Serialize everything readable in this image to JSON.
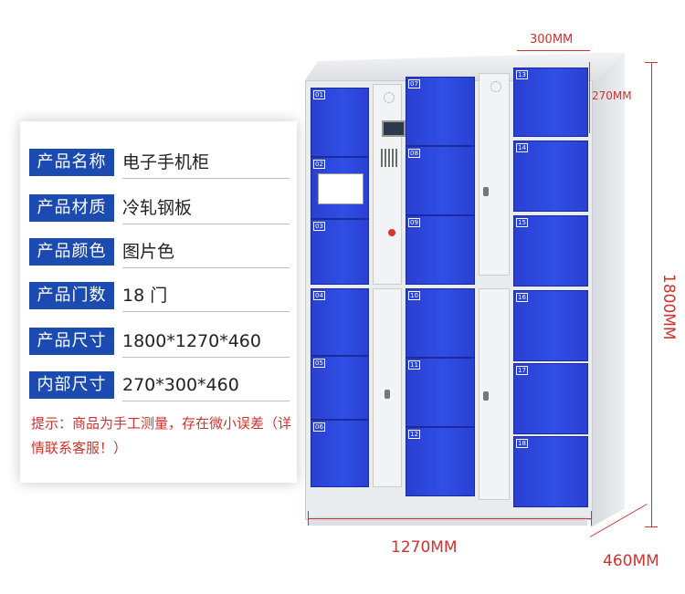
{
  "specs": [
    {
      "label": "产品名称",
      "value": "电子手机柜"
    },
    {
      "label": "产品材质",
      "value": "冷轧钢板"
    },
    {
      "label": "产品颜色",
      "value": "图片色"
    },
    {
      "label": "产品门数",
      "value": "18 门"
    },
    {
      "label": "产品尺寸",
      "value": "1800*1270*460"
    },
    {
      "label": "内部尺寸",
      "value": "270*300*460"
    }
  ],
  "note": "提示：商品为手工测量，存在微小误差（详情联系客服！）",
  "dimensions": {
    "top_width": "300MM",
    "door_height": "270MM",
    "height": "1800MM",
    "width": "1270MM",
    "depth": "460MM"
  },
  "door_numbers": [
    "01",
    "02",
    "03",
    "04",
    "05",
    "06",
    "07",
    "08",
    "09",
    "10",
    "11",
    "12",
    "13",
    "14",
    "15",
    "16",
    "17",
    "18"
  ],
  "colors": {
    "label_bg": "#1b4ab0",
    "door_blue": "#2f4fe6",
    "dimension_red": "#d2322d"
  }
}
